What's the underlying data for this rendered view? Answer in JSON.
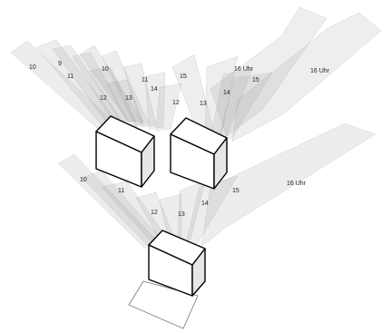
{
  "diagram": {
    "hour_labels_top_left": [
      "10",
      "9",
      "11",
      "12",
      "13"
    ],
    "hour_labels_top_middle": [
      "10",
      "11",
      "14",
      "12"
    ],
    "hour_labels_top_right": [
      "15",
      "16 Uhr",
      "15",
      "14",
      "13"
    ],
    "hour_label_top_far": "16 Uhr",
    "hour_labels_bottom": [
      "10",
      "11",
      "12",
      "13",
      "14",
      "15"
    ],
    "hour_label_bottom_far": "16 Uhr"
  }
}
